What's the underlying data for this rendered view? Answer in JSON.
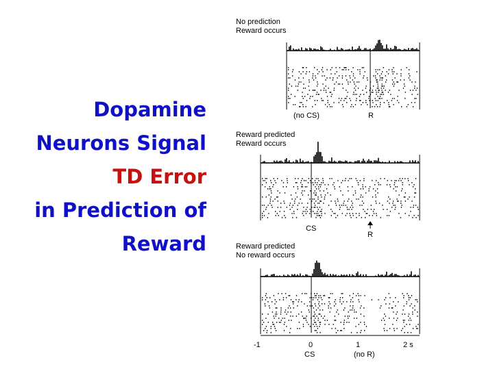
{
  "title_lines": [
    "Dopamine",
    "Neurons Signal",
    "TD Error",
    "in Prediction of",
    "Reward"
  ],
  "colors": {
    "title": "#1010c8",
    "highlight": "#c81010"
  },
  "panels": [
    {
      "caption": [
        "No prediction",
        "Reward occurs"
      ],
      "bottom_labels": [
        "(no CS)",
        "R"
      ],
      "arrow_at_R": false
    },
    {
      "caption": [
        "Reward predicted",
        "Reward occurs"
      ],
      "bottom_labels": [
        "CS",
        "R"
      ],
      "arrow_at_R": true
    },
    {
      "caption": [
        "Reward predicted",
        "No reward occurs"
      ],
      "bottom_labels": [],
      "arrow_at_R": false
    }
  ],
  "time_axis": {
    "ticks": [
      "-1",
      "0",
      "1",
      "2 s"
    ],
    "sublabels": [
      "CS",
      "(no R)"
    ]
  }
}
